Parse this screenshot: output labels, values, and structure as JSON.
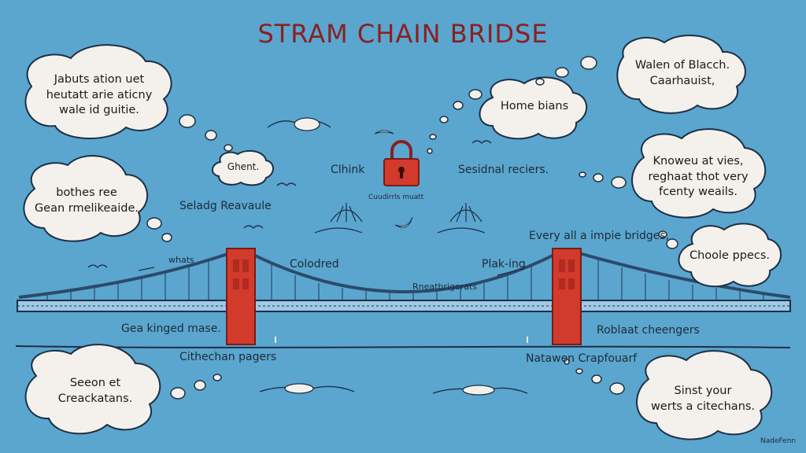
{
  "title": "STRAM CHAIN BRIDSE",
  "bubbles": {
    "top_left": [
      "Jabuts ation uet",
      "heutatt arie aticny",
      "wale id guitie."
    ],
    "mid_left": [
      "bothes ree",
      "Gean rmelikeaide."
    ],
    "bottom_left": [
      "Seeon et",
      "Creackatans."
    ],
    "top_right": [
      "Walen of Blacch.",
      "Caarhauist,"
    ],
    "upper_mid_right": [
      "Home bians"
    ],
    "mid_right": [
      "Knoweu at vies,",
      "reghaat thot very",
      "fcenty weails."
    ],
    "lower_right": [
      "Choole ppecs."
    ],
    "bottom_right": [
      "Sinst your",
      "werts a citechans."
    ],
    "small_left": [
      "Ghent."
    ]
  },
  "labels": {
    "clhink": "Clhink",
    "lock_caption": "Cuudirrls muatt",
    "seasonal": "Sesidnal reciers.",
    "selading": "Seladg Reavaule",
    "bridges": "Every all a impie bridges,",
    "whats": "whats",
    "colodred": "Colodred",
    "plaking": "Plak-ing",
    "deck_caption": "Rneatbrigorats",
    "gea_kinged": "Gea kinged mase.",
    "roblaat": "Roblaat cheengers",
    "citechan": "Cithechan pagers",
    "notawen": "Natawen Crapfouarf",
    "signature": "NadeFenn"
  },
  "colors": {
    "sky": "#5aa6cf",
    "title": "#8a2020",
    "tower": "#d23a2c",
    "cable": "#2c4a6a",
    "deck": "#9fc9e6",
    "bubble_fill": "#f4f1ec",
    "lock": "#d23a2c"
  }
}
